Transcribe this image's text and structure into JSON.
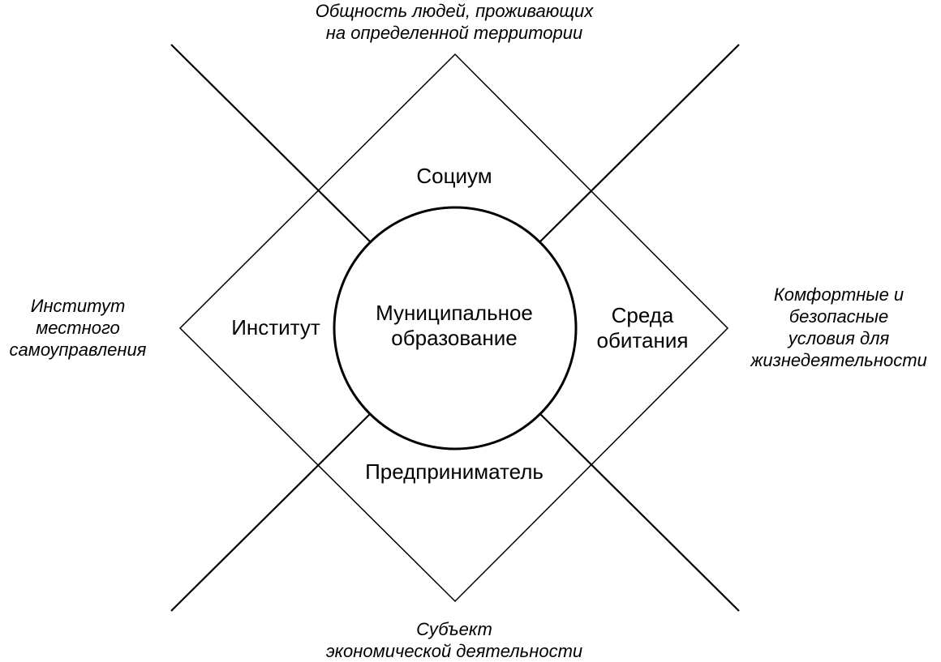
{
  "center": {
    "lines": [
      "Муниципальное",
      "образование"
    ]
  },
  "nodes": {
    "top": "Социум",
    "left": "Институт",
    "right": [
      "Среда",
      "обитания"
    ],
    "bottom": "Предприниматель"
  },
  "captions": {
    "top": [
      "Общность людей, проживающих",
      "на определенной территории"
    ],
    "left": [
      "Институт",
      "местного",
      "самоуправления"
    ],
    "right": [
      "Комфортные и",
      "безопасные",
      "условия для",
      "жизнедеятельности"
    ],
    "bottom": [
      "Субъект",
      "экономической деятельности"
    ]
  }
}
